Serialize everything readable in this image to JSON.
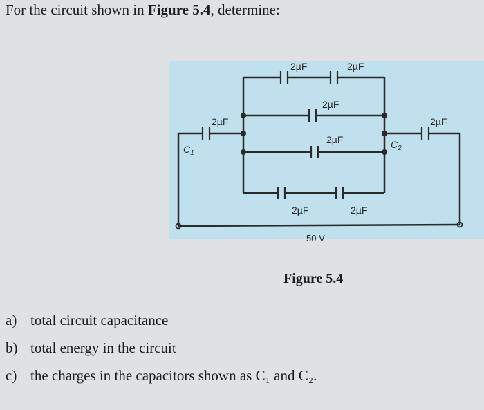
{
  "question": {
    "prefix": "For the circuit shown in ",
    "figure_ref": "Figure 5.4",
    "suffix": ", determine:"
  },
  "figure": {
    "caption": "Figure 5.4",
    "source_label": "50 V",
    "c1_label": "C",
    "c1_sub": "1",
    "c2_label": "C",
    "c2_sub": "2",
    "cap_top_left": "2µF",
    "cap_top_right": "2µF",
    "cap_mid_upper": "2µF",
    "cap_mid_lower": "2µF",
    "cap_bottom_left": "2µF",
    "cap_bottom_right": "2µF",
    "cap_c1": "2µF",
    "cap_c2": "2µF",
    "colors": {
      "highlight": "#bfe0ec",
      "wire": "#2a2a2a"
    }
  },
  "parts": [
    {
      "letter": "a)",
      "text": "total circuit capacitance"
    },
    {
      "letter": "b)",
      "text": "total energy in the circuit"
    },
    {
      "letter": "c)",
      "text": "the charges in the capacitors shown as C₁ and C₂."
    }
  ]
}
